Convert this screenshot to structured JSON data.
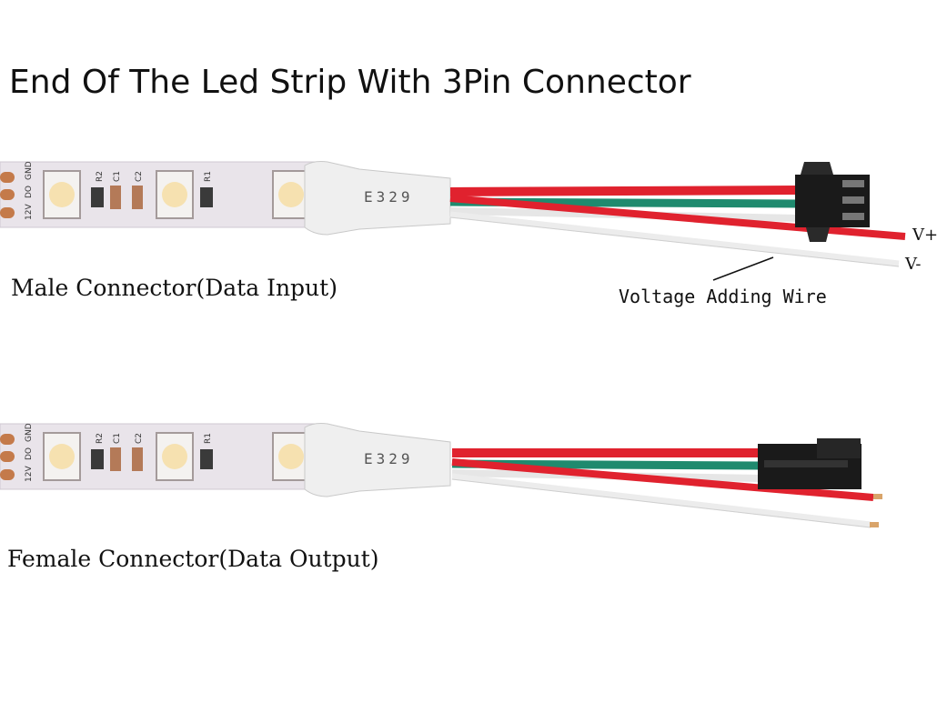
{
  "title": "End Of The Led Strip With 3Pin Connector",
  "male": {
    "label": "Male Connector(Data Input)",
    "sleeve_text": "E329",
    "pad_labels": [
      "GND",
      "DO",
      "12V"
    ],
    "component_labels": [
      "R2",
      "C1",
      "C2",
      "R1"
    ],
    "wire_label_vplus": "V+",
    "wire_label_vminus": "V-",
    "annotation": "Voltage Adding Wire"
  },
  "female": {
    "label": "Female Connector(Data Output)",
    "sleeve_text": "E329",
    "pad_labels": [
      "GND",
      "DO",
      "12V"
    ],
    "component_labels": [
      "R2",
      "C1",
      "C2",
      "R1"
    ]
  },
  "colors": {
    "strip": "#e9e4ea",
    "red_wire": "#e0222e",
    "green_wire": "#1f8a6e",
    "white_wire": "#f2f2f2",
    "connector": "#1a1a1a",
    "pad": "#c47a4a"
  }
}
